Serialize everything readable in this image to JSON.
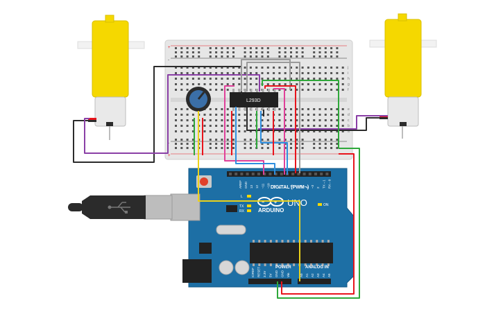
{
  "chip": {
    "label": "L293D"
  },
  "arduino": {
    "logo": "ARDUINO",
    "model": "UNO",
    "digital_label": "DIGITAL (PWM~)",
    "power_label": "POWER",
    "analog_label": "ANALOG IN",
    "on_label": "ON",
    "l_label": "L",
    "tx_label": "TX",
    "rx_label": "RX",
    "aref_label": "AREF",
    "gnd_label": "GND",
    "digital_pins": [
      "13",
      "12",
      "~11",
      "~10",
      "~9",
      "8",
      "7",
      "~6",
      "~5",
      "4",
      "~3",
      "2",
      "TX→1",
      "RX←0"
    ],
    "power_pins": [
      "IOREF",
      "RESET",
      "3.3V",
      "5V",
      "GND",
      "GND",
      "Vin"
    ],
    "analog_pins": [
      "A0",
      "A1",
      "A2",
      "A3",
      "A4",
      "A5"
    ]
  },
  "breadboard": {
    "row_letters_top": [
      "j",
      "i",
      "h",
      "g",
      "f"
    ],
    "row_letters_bottom": [
      "e",
      "d",
      "c",
      "b",
      "a"
    ],
    "rail_plus": "+",
    "rail_minus": "-"
  },
  "colors": {
    "motor_yellow": "#f5d800",
    "board_blue": "#1d6fa5",
    "wire_red": "#e8141c",
    "wire_black": "#2b2b2b",
    "wire_purple": "#8a3fa6",
    "wire_green": "#2ea83a",
    "wire_yellow": "#ecd21a",
    "wire_blue": "#2e8fe0",
    "wire_pink": "#e0409a",
    "wire_gray": "#9a9a9a"
  }
}
